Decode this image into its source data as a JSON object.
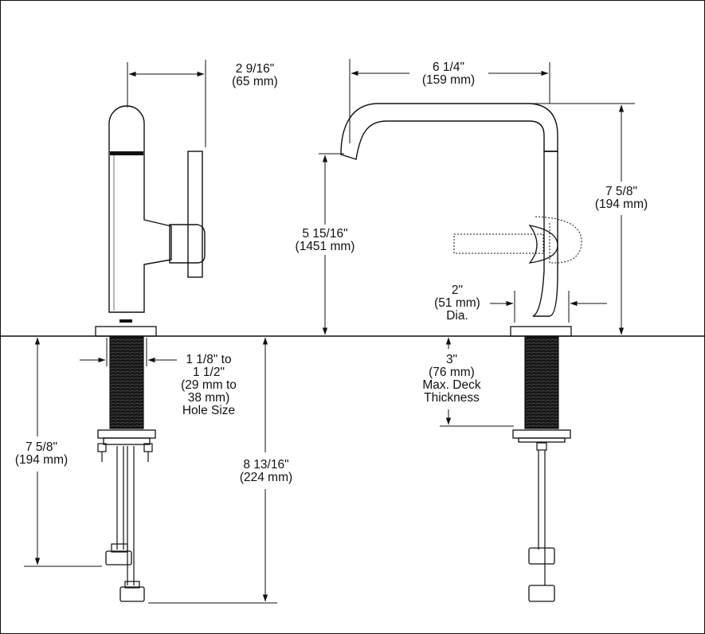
{
  "dimensions": {
    "side_handle_width": [
      "2 9/16\"",
      "(65 mm)"
    ],
    "spout_reach": [
      "6 1/4\"",
      "(159 mm)"
    ],
    "total_height": [
      "7 5/8\"",
      "(194 mm)"
    ],
    "spout_height": [
      "5 15/16\"",
      "(1451 mm)"
    ],
    "base_diameter": [
      "2\"",
      "(51 mm)",
      "Dia."
    ],
    "hole_size": [
      "1 1/8\" to",
      "1 1/2\"",
      "(29 mm to",
      "38 mm)",
      "Hole Size"
    ],
    "below_deck_left": [
      "7 5/8\"",
      "(194 mm)"
    ],
    "below_deck_total": [
      "8 13/16\"",
      "(224 mm)"
    ],
    "deck_thickness": [
      "3\"",
      "(76 mm)",
      "Max. Deck",
      "Thickness"
    ]
  },
  "colors": {
    "line": "#111111",
    "shank": "#1a1a1a",
    "paper": "#ffffff"
  }
}
